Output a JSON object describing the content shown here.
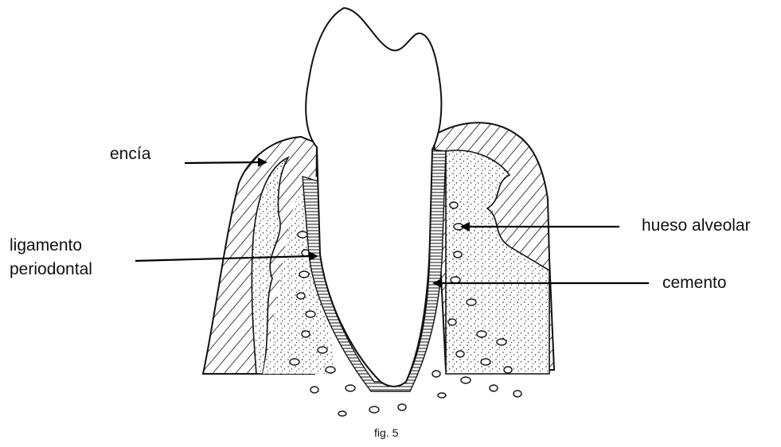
{
  "labels": {
    "encia": "encía",
    "ligamento_line1": "ligamento",
    "ligamento_line2": "periodontal",
    "hueso": "hueso alveolar",
    "cemento": "cemento"
  },
  "caption": "fig. 5"
}
